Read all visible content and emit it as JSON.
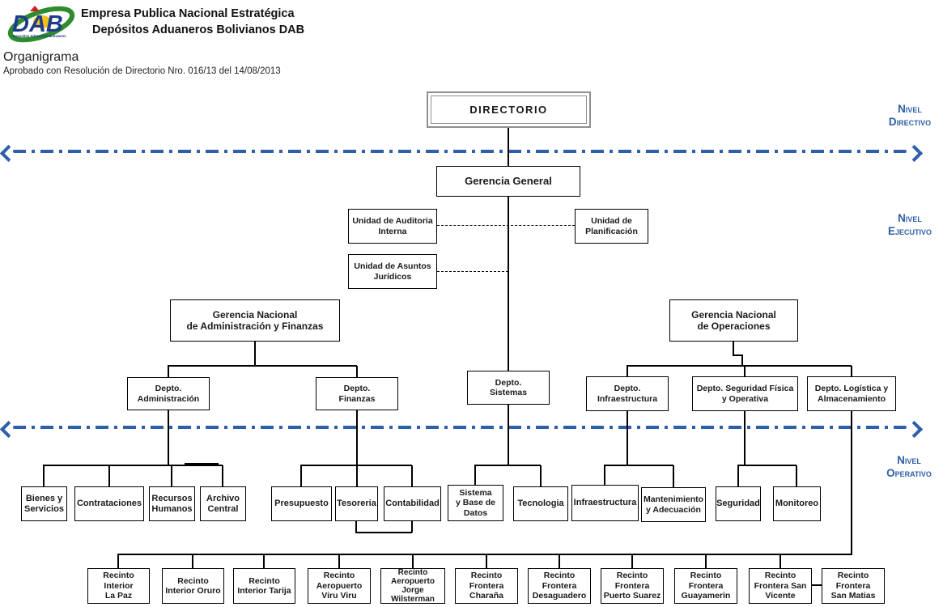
{
  "header": {
    "logo_text": "DAB",
    "logo_subtext": "Depositos Aduaneros Bolivianos",
    "company_line1": "Empresa Publica Nacional Estratégica",
    "company_line2": "Depósitos Aduaneros Bolivianos DAB"
  },
  "title": "Organigrama",
  "subtitle": "Aprobado con Resolución de Directorio Nro. 016/13 del 14/08/2013",
  "levels": {
    "directivo": "Nivel\nDirectivo",
    "ejecutivo": "Nivel\nEjecutivo",
    "operativo": "Nivel\nOperativo"
  },
  "colors": {
    "accent_blue": "#2E5FA8",
    "box_border": "#000000",
    "frame_gray": "#8f8f8f",
    "logo_green": "#2E8B2E",
    "logo_yellow": "#F2C218",
    "logo_red": "#CC2222",
    "logo_blue": "#1F3C8C"
  },
  "nodes": {
    "directorio": {
      "label": "DIRECTORIO"
    },
    "gerencia_general": {
      "label": "Gerencia General"
    },
    "auditoria": {
      "label": "Unidad de Auditoria\nInterna"
    },
    "planificacion": {
      "label": "Unidad de\nPlanificación"
    },
    "juridicos": {
      "label": "Unidad de Asuntos\nJurídicos"
    },
    "gnaf": {
      "label": "Gerencia Nacional\nde Administración y Finanzas"
    },
    "gno": {
      "label": "Gerencia Nacional\nde Operaciones"
    },
    "depto_admin": {
      "label": "Depto.\nAdministración"
    },
    "depto_finanzas": {
      "label": "Depto.\nFinanzas"
    },
    "depto_sistemas": {
      "label": "Depto.\nSistemas"
    },
    "depto_infra": {
      "label": "Depto.\nInfraestructura"
    },
    "depto_seguridad": {
      "label": "Depto. Seguridad Física\ny Operativa"
    },
    "depto_logistica": {
      "label": "Depto. Logística y\nAlmacenamiento"
    },
    "bienes": {
      "label": "Bienes y\nServicios"
    },
    "contrataciones": {
      "label": "Contrataciones"
    },
    "rrhh": {
      "label": "Recursos\nHumanos"
    },
    "archivo": {
      "label": "Archivo\nCentral"
    },
    "presupuesto": {
      "label": "Presupuesto"
    },
    "tesoreria": {
      "label": "Tesoreria"
    },
    "contabilidad": {
      "label": "Contabilidad"
    },
    "sistema_bd": {
      "label": "Sistema\ny Base de\nDatos"
    },
    "tecnologia": {
      "label": "Tecnologia"
    },
    "infraestructura": {
      "label": "Infraestructura"
    },
    "mantenimiento": {
      "label": "Mantenimiento\ny Adecuación"
    },
    "seguridad": {
      "label": "Seguridad"
    },
    "monitoreo": {
      "label": "Monitoreo"
    },
    "r_lapaz": {
      "label": "Recinto\nInterior\nLa Paz"
    },
    "r_oruro": {
      "label": "Recinto\nInterior Oruro"
    },
    "r_tarija": {
      "label": "Recinto\nInterior Tarija"
    },
    "r_viru": {
      "label": "Recinto\nAeropuerto\nViru Viru"
    },
    "r_wilsterman": {
      "label": "Recinto\nAeropuerto\nJorge\nWilsterman"
    },
    "r_charana": {
      "label": "Recinto\nFrontera\nCharaña"
    },
    "r_desaguadero": {
      "label": "Recinto\nFrontera\nDesaguadero"
    },
    "r_psuarez": {
      "label": "Recinto\nFrontera\nPuerto Suarez"
    },
    "r_guayamerin": {
      "label": "Recinto\nFrontera\nGuayamerin"
    },
    "r_svicente": {
      "label": "Recinto\nFrontera San\nVicente"
    },
    "r_smatias": {
      "label": "Recinto\nFrontera\nSan Matias"
    }
  }
}
